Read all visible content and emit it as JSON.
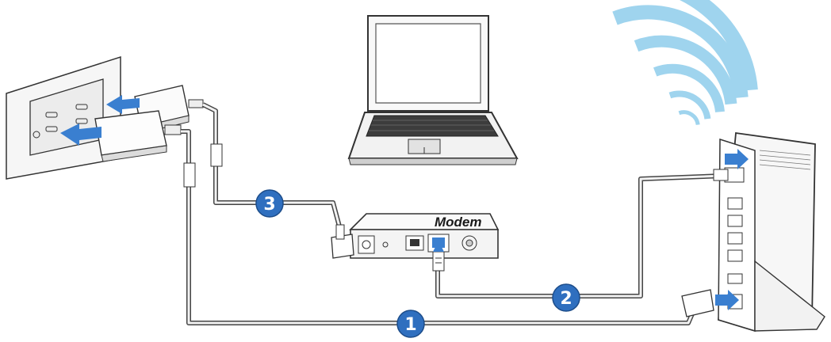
{
  "diagram": {
    "modem_label": "Modem",
    "steps": [
      {
        "number": "1"
      },
      {
        "number": "2"
      },
      {
        "number": "3"
      }
    ],
    "colors": {
      "step_badge": "#2f6fbf",
      "arrow": "#3a7fd0",
      "wifi": "#9fd4ee",
      "line": "#444444",
      "cable": "#f2f2f2"
    }
  }
}
